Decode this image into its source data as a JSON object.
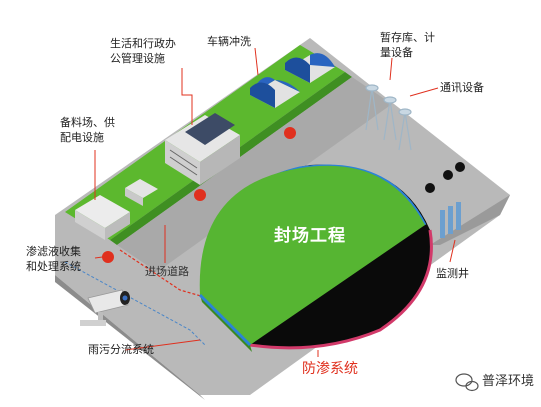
{
  "labels": {
    "office": "生活和行政办\n公管理设施",
    "car_wash": "车辆冲洗",
    "storage_metering": "暂存库、计\n量设备",
    "comm": "通讯设备",
    "material_power": "备料场、供\n配电设施",
    "leachate": "渗滤液收集\n和处理系统",
    "access_road": "进场道路",
    "capping": "封场工程",
    "monitoring_well": "监测井",
    "rain_sewage": "雨污分流系统",
    "anti_seepage": "防渗系统"
  },
  "watermark": "普泽环境",
  "colors": {
    "green_area": "#5cb82e",
    "capping_top": "#56b532",
    "ground": "#b8b8b8",
    "accent_red": "#e0301e",
    "warehouse_blue": "#1d4f9c"
  }
}
